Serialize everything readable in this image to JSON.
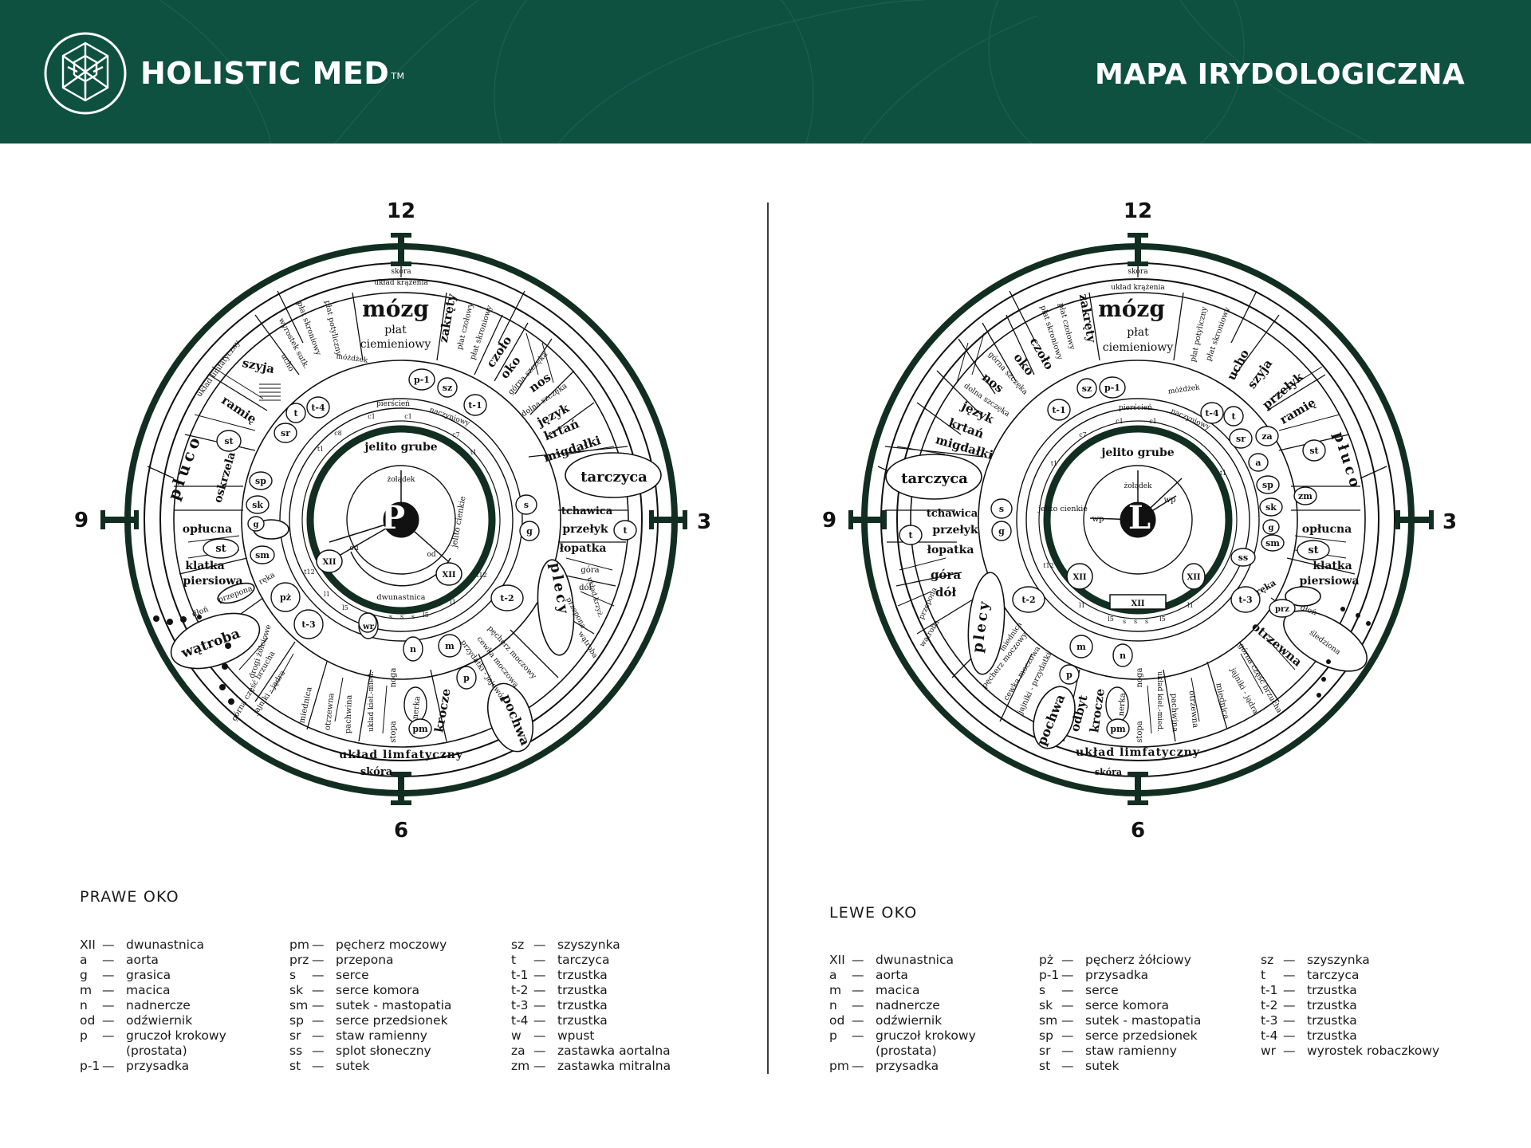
{
  "header": {
    "brand": "HOLISTIC MED",
    "trademark": "TM",
    "title": "MAPA IRYDOLOGICZNA"
  },
  "colors": {
    "brand_green": "#0f5141",
    "ring_dark": "#122e22",
    "text": "#1a1a1a"
  },
  "clock": {
    "n12": "12",
    "n3": "3",
    "n6": "6",
    "n9": "9"
  },
  "right_eye": {
    "pupil_letter": "P",
    "legend_title": "PRAWE OKO",
    "rings": {
      "outer_top": "skóra",
      "second_top": "układ krążenia",
      "bottom_outer": "skóra",
      "bottom_lymph": "układ limfatyczny"
    },
    "inner": {
      "colon": "jelito grube",
      "stomach": "żołądek",
      "small_intestine": "jelito cienkie",
      "duodenum": "dwunastnica",
      "od1": "od",
      "od2": "od",
      "xii_left": "XII",
      "xii_right": "XII"
    },
    "labels": {
      "mozg": "mózg",
      "plat": "płat",
      "ciemieniowy": "ciemieniowy",
      "zakrety": "zakręty",
      "plat_potyliczny": "płat potyliczny",
      "plat_skroniowy": "płat skroniowy",
      "plat_czolowy": "płat czołowy",
      "plat_skroniowy2": "płat skroniowy",
      "wyrostek": "wyrostek sutk.",
      "ucho": "ucho",
      "uklad_limf": "układ limfatyczny",
      "szyja": "szyja",
      "ramie": "ramię",
      "pluco": "płuco",
      "oskrzela": "oskrzela",
      "oplucna": "opłucna",
      "klatka": "klatka",
      "piersiowa": "piersiowa",
      "dlon": "dłoń",
      "przepona": "przepona",
      "reka": "ręka",
      "watroba": "wątroba",
      "drogi": "drogi żółciowe",
      "gorna_czesc": "górna część brzucha",
      "jajniki": "jajniki - jądra",
      "miednica": "miednica",
      "otrzewna": "otrzewna",
      "pachwina": "pachwina",
      "uklad_kiel": "układ kieł.-mied.",
      "noga": "noga",
      "stopa": "stopa",
      "nerka": "nerka",
      "krocze": "krocze",
      "pochwa": "pochwa",
      "przydatki": "przydatki - jajowód",
      "cewka": "cewka moczowa",
      "pecherz": "pęcherz moczowy",
      "plecy": "plecy",
      "dol": "dół",
      "gora": "góra",
      "lopatka": "łopatka",
      "przelyk": "przełyk",
      "tchawica": "tchawica",
      "tarczyca": "tarczyca",
      "migdalki": "migdałki",
      "krtan": "krtań",
      "jezyk": "język",
      "dolna_szczeka": "dolna szczęka",
      "nos": "nos",
      "gorna_szczeka": "górna szczęka",
      "oko": "oko",
      "czolo": "czoło",
      "mozdzek": "móżdżek",
      "pierscien": "pierścień",
      "naczyniowy": "naczyniowy",
      "uklad_krzyz": "układ krzyż.",
      "watroba_small": "wątroba",
      "przepona_small": "przepona",
      "b_p1": "p-1",
      "b_sz": "sz",
      "b_t1": "t-1",
      "b_t4": "t-4",
      "b_t": "t",
      "b_sr": "sr",
      "b_st": "st",
      "b_sp": "sp",
      "b_sk": "sk",
      "b_g": "g",
      "b_st2": "st",
      "b_sm": "sm",
      "b_pz": "pż",
      "b_t3": "t-3",
      "b_wr": "wr",
      "b_n": "n",
      "b_m": "m",
      "b_p": "p",
      "b_pm": "pm",
      "b_t2": "t-2",
      "b_s": "s",
      "b_g2": "g",
      "b_t_right": "t",
      "c1a": "c1",
      "c1b": "c1",
      "c7": "c7",
      "c8": "c8",
      "t1a": "t1",
      "t1b": "t1",
      "t12a": "t12",
      "t12b": "t12",
      "l1a": "l1",
      "l1b": "l1",
      "l5a": "l5",
      "l5b": "l5",
      "ss1": "s",
      "ss2": "s",
      "ss3": "s"
    },
    "legend": [
      [
        {
          "a": "XII",
          "d": "dwunastnica"
        },
        {
          "a": "a",
          "d": "aorta"
        },
        {
          "a": "g",
          "d": "grasica"
        },
        {
          "a": "m",
          "d": "macica"
        },
        {
          "a": "n",
          "d": "nadnercze"
        },
        {
          "a": "od",
          "d": "odźwiernik"
        },
        {
          "a": "p",
          "d": "gruczoł krokowy"
        },
        {
          "a": "",
          "d": "(prostata)"
        },
        {
          "a": "p-1",
          "d": "przysadka"
        }
      ],
      [
        {
          "a": "pm",
          "d": "pęcherz moczowy"
        },
        {
          "a": "prz",
          "d": "przepona"
        },
        {
          "a": "s",
          "d": "serce"
        },
        {
          "a": "sk",
          "d": "serce komora"
        },
        {
          "a": "sm",
          "d": "sutek - mastopatia"
        },
        {
          "a": "sp",
          "d": "serce przedsionek"
        },
        {
          "a": "sr",
          "d": "staw ramienny"
        },
        {
          "a": "ss",
          "d": "splot słoneczny"
        },
        {
          "a": "st",
          "d": "sutek"
        }
      ],
      [
        {
          "a": "sz",
          "d": "szyszynka"
        },
        {
          "a": "t",
          "d": "tarczyca"
        },
        {
          "a": "t-1",
          "d": "trzustka"
        },
        {
          "a": "t-2",
          "d": "trzustka"
        },
        {
          "a": "t-3",
          "d": "trzustka"
        },
        {
          "a": "t-4",
          "d": "trzustka"
        },
        {
          "a": "w",
          "d": "wpust"
        },
        {
          "a": "za",
          "d": "zastawka aortalna"
        },
        {
          "a": "zm",
          "d": "zastawka mitralna"
        }
      ]
    ]
  },
  "left_eye": {
    "pupil_letter": "L",
    "legend_title": "LEWE OKO",
    "rings": {
      "outer_top": "skóra",
      "second_top": "układ krążenia",
      "bottom_outer": "skóra",
      "bottom_lymph": "układ limfatyczny"
    },
    "inner": {
      "colon": "jelito grube",
      "stomach": "żołądek",
      "small_intestine": "jelito cienkie",
      "wp1": "wp",
      "wp2": "wp",
      "xii_left": "XII",
      "xii_right": "XII",
      "xii_bottom": "XII"
    },
    "labels": {
      "mozg": "mózg",
      "plat": "płat",
      "ciemieniowy": "ciemieniowy",
      "zakrety": "zakręty",
      "plat_potyliczny": "płat potyliczny",
      "plat_skroniowy": "płat skroniowy",
      "plat_czolowy": "płat czołowy",
      "plat_skroniowy2": "płat skroniowy",
      "ucho": "ucho",
      "szyja": "szyja",
      "przelyk_top": "przełyk",
      "ramie": "ramię",
      "pluco": "płuco",
      "oplucna": "opłucna",
      "klatka": "klatka",
      "piersiowa": "piersiowa",
      "reka": "ręka",
      "dlon": "dłoń",
      "sledziona": "śledziona",
      "otrzewna": "otrzewna",
      "gorna_czesc": "górna część brzucha",
      "jajniki": "jajniki - jądra",
      "miednica": "miednica",
      "otrzewna2": "otrzewna",
      "pachwina": "pachwina",
      "uklad_kiel": "układ kieł.-mied.",
      "noga": "noga",
      "stopa": "stopa",
      "nerka": "nerka",
      "krocze": "krocze",
      "odbyt": "odbyt",
      "pochwa": "pochwa",
      "przydatki": "jajniki - przydatki",
      "cewka": "cewka moczowa",
      "pecherz": "pęcherz moczowy",
      "miednica2": "miednica",
      "plecy": "plecy",
      "watroba": "wątroba",
      "przepona": "przepona",
      "dol": "dół",
      "gora": "góra",
      "lopatka": "łopatka",
      "przelyk": "przełyk",
      "tchawica": "tchawica",
      "tarczyca": "tarczyca",
      "migdalki": "migdałki",
      "krtan": "krtań",
      "jezyk": "język",
      "dolna_szczeka": "dolna szczęka",
      "nos": "nos",
      "gorna_szczeka": "górna szczęka",
      "oko": "oko",
      "czolo": "czoło",
      "mozdzek": "móżdżek",
      "pierscien": "pierścień",
      "naczyniowy": "naczyniowy",
      "b_sz": "sz",
      "b_p1": "p-1",
      "b_t1": "t-1",
      "b_t4": "t-4",
      "b_t": "t",
      "b_sr": "sr",
      "b_a": "a",
      "b_za": "za",
      "b_st": "st",
      "b_sp": "sp",
      "b_sk": "sk",
      "b_zm": "zm",
      "b_g": "g",
      "b_sm": "sm",
      "b_st2": "st",
      "b_ss": "ss",
      "b_t3": "t-3",
      "b_prz": "prz",
      "b_n": "n",
      "b_m": "m",
      "b_p": "p",
      "b_pm": "pm",
      "b_t2": "t-2",
      "b_s": "s",
      "b_g2": "g",
      "b_t_left": "t",
      "c1a": "c1",
      "c1b": "c1",
      "c7": "c7",
      "t1a": "t1",
      "t1b": "t1",
      "t12a": "t12",
      "l1a": "l1",
      "l1b": "l1",
      "l5a": "l5",
      "l5b": "l5",
      "ss1": "s",
      "ss2": "s",
      "ss3": "s"
    },
    "legend": [
      [
        {
          "a": "XII",
          "d": "dwunastnica"
        },
        {
          "a": "a",
          "d": "aorta"
        },
        {
          "a": "m",
          "d": "macica"
        },
        {
          "a": "n",
          "d": "nadnercze"
        },
        {
          "a": "od",
          "d": "odźwiernik"
        },
        {
          "a": "p",
          "d": "gruczoł krokowy"
        },
        {
          "a": "",
          "d": "(prostata)"
        },
        {
          "a": "pm",
          "d": "przysadka"
        }
      ],
      [
        {
          "a": "pż",
          "d": "pęcherz żółciowy"
        },
        {
          "a": "p-1",
          "d": "przysadka"
        },
        {
          "a": "s",
          "d": "serce"
        },
        {
          "a": "sk",
          "d": "serce komora"
        },
        {
          "a": "sm",
          "d": "sutek - mastopatia"
        },
        {
          "a": "sp",
          "d": "serce przedsionek"
        },
        {
          "a": "sr",
          "d": "staw ramienny"
        },
        {
          "a": "st",
          "d": "sutek"
        }
      ],
      [
        {
          "a": "sz",
          "d": "szyszynka"
        },
        {
          "a": "t",
          "d": "tarczyca"
        },
        {
          "a": "t-1",
          "d": "trzustka"
        },
        {
          "a": "t-2",
          "d": "trzustka"
        },
        {
          "a": "t-3",
          "d": "trzustka"
        },
        {
          "a": "t-4",
          "d": "trzustka"
        },
        {
          "a": "wr",
          "d": "wyrostek robaczkowy"
        }
      ]
    ]
  }
}
